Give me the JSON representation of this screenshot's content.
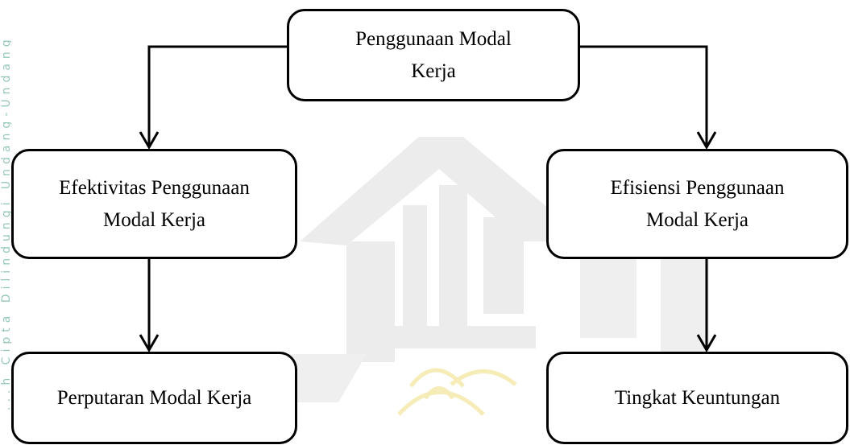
{
  "side_text": "...h Cipta Dilindungi Undang-Undang",
  "nodes": {
    "top": {
      "line1": "Penggunaan Modal",
      "line2": "Kerja"
    },
    "left": {
      "line1": "Efektivitas Penggunaan",
      "line2": "Modal Kerja"
    },
    "right": {
      "line1": "Efisiensi Penggunaan",
      "line2": "Modal Kerja"
    },
    "bottom_left": {
      "text": "Perputaran Modal Kerja"
    },
    "bottom_right": {
      "text": "Tingkat Keuntungan"
    }
  },
  "colors": {
    "box_border": "#000000",
    "watermark": "#e0e0e0",
    "watermark_gold": "#f4e9b0",
    "side_text": "#3d9a74"
  }
}
